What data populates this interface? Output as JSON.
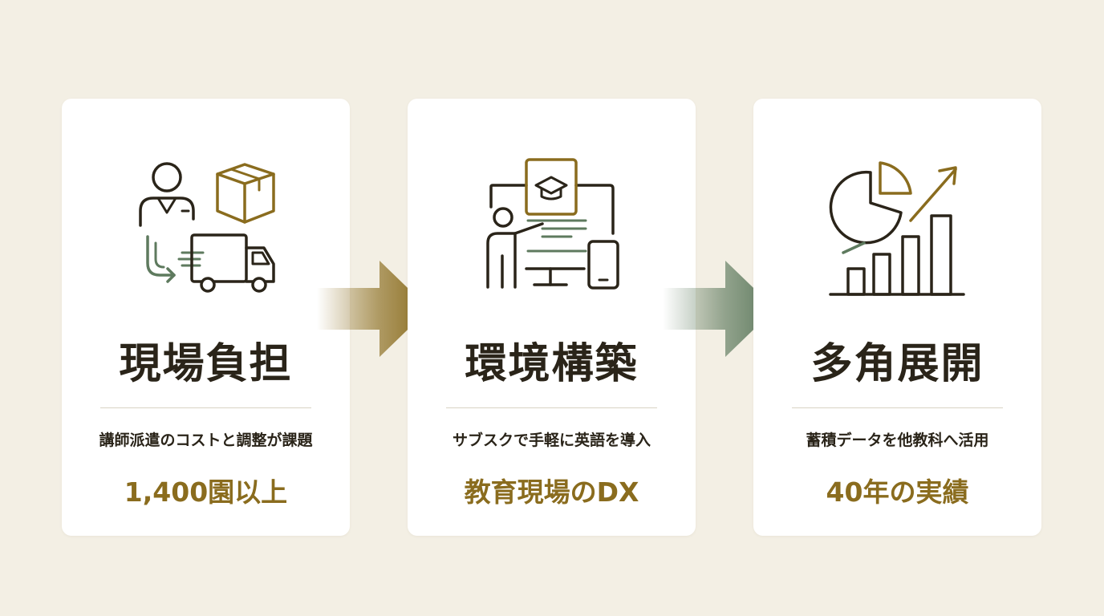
{
  "colors": {
    "background": "#f3efe4",
    "card": "#ffffff",
    "ink": "#2a2419",
    "gold": "#8a6c1e",
    "green": "#5e7a5e",
    "divider": "#d9d3c4"
  },
  "steps": [
    {
      "title": "現場負担",
      "description": "講師派遣のコストと調整が課題",
      "highlight": "1,400園以上",
      "icon": "teacher-delivery-icon"
    },
    {
      "title": "環境構築",
      "description": "サブスクで手軽に英語を導入",
      "highlight": "教育現場のDX",
      "icon": "online-education-icon"
    },
    {
      "title": "多角展開",
      "description": "蓄積データを他教科へ活用",
      "highlight": "40年の実績",
      "icon": "growth-chart-icon"
    }
  ],
  "arrows": [
    {
      "icon": "arrow-right-gold-icon",
      "color": "#8a6c1e"
    },
    {
      "icon": "arrow-right-green-icon",
      "color": "#5e7a5e"
    }
  ]
}
